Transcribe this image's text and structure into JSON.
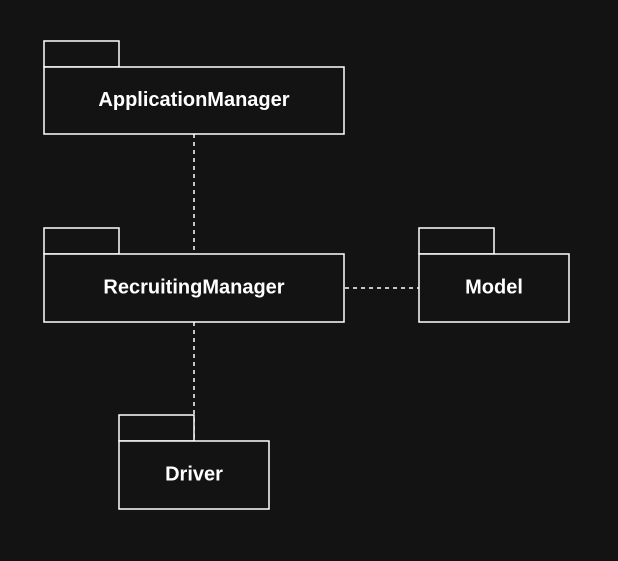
{
  "diagram": {
    "type": "uml-package-diagram",
    "background": "#131313",
    "stroke_color": "#ffffff",
    "packages": {
      "application_manager": {
        "label": "ApplicationManager"
      },
      "recruiting_manager": {
        "label": "RecruitingManager"
      },
      "model": {
        "label": "Model"
      },
      "driver": {
        "label": "Driver"
      }
    },
    "dependencies": [
      {
        "from": "ApplicationManager",
        "to": "RecruitingManager",
        "style": "dashed"
      },
      {
        "from": "RecruitingManager",
        "to": "Model",
        "style": "dashed"
      },
      {
        "from": "RecruitingManager",
        "to": "Driver",
        "style": "dashed"
      }
    ]
  }
}
